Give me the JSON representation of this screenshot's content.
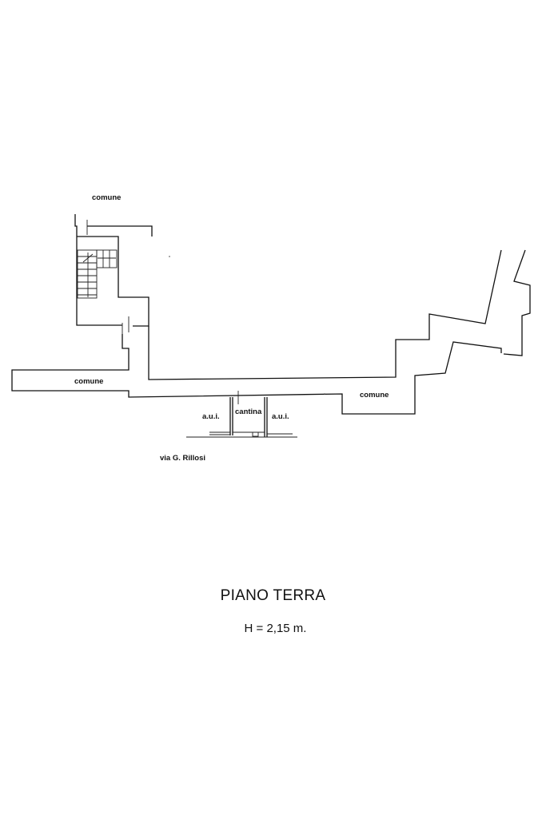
{
  "plan": {
    "title": "PIANO TERRA",
    "height_note": "H = 2,15 m."
  },
  "labels": {
    "comune_top": "comune",
    "comune_left": "comune",
    "comune_right": "comune",
    "aui_left": "a.u.i.",
    "cantina": "cantina",
    "aui_right": "a.u.i.",
    "street": "via G. Rillosi"
  }
}
